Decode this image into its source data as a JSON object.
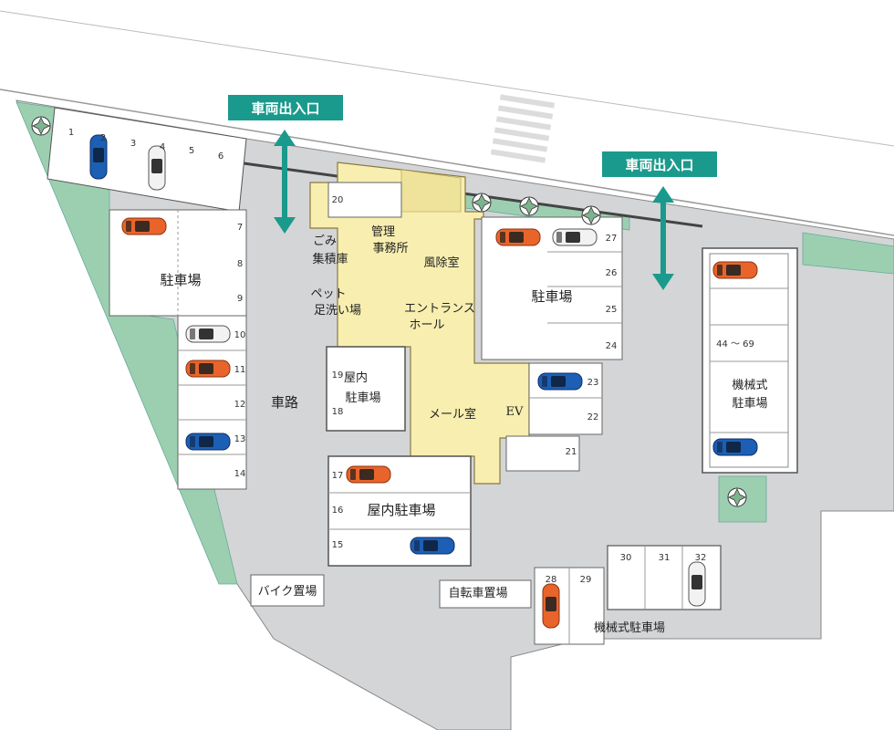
{
  "colors": {
    "road": "#d4d5d7",
    "green": "#9ccfb0",
    "building": "#f7eeb0",
    "parking": "#ffffff",
    "teal": "#1a9a8c",
    "car_orange": "#e9642a",
    "car_blue": "#1c5fb5",
    "car_white": "#eeeeee"
  },
  "entrances": [
    {
      "label": "車両出入口"
    },
    {
      "label": "車両出入口"
    }
  ],
  "labels": {
    "parking_west": "駐車場",
    "parking_east": "駐車場",
    "road": "車路",
    "garbage_1": "ごみ",
    "garbage_2": "集積庫",
    "office_1": "管理",
    "office_2": "事務所",
    "windbreak": "風除室",
    "pet_1": "ペット",
    "pet_2": "足洗い場",
    "entrance_1": "エントランス",
    "entrance_2": "ホール",
    "indoor_small_1": "屋内",
    "indoor_small_2": "駐車場",
    "mail": "メール室",
    "ev": "EV",
    "indoor_large": "屋内駐車場",
    "mech_east_range": "44 ～ 69",
    "mech_east_1": "機械式",
    "mech_east_2": "駐車場",
    "bike": "バイク置場",
    "bicycle": "自転車置場",
    "mech_south": "機械式駐車場"
  },
  "spaces": [
    "1",
    "2",
    "3",
    "4",
    "5",
    "6",
    "7",
    "8",
    "9",
    "10",
    "11",
    "12",
    "13",
    "14",
    "15",
    "16",
    "17",
    "18",
    "19",
    "20",
    "21",
    "22",
    "23",
    "24",
    "25",
    "26",
    "27",
    "28",
    "29",
    "30",
    "31",
    "32"
  ]
}
